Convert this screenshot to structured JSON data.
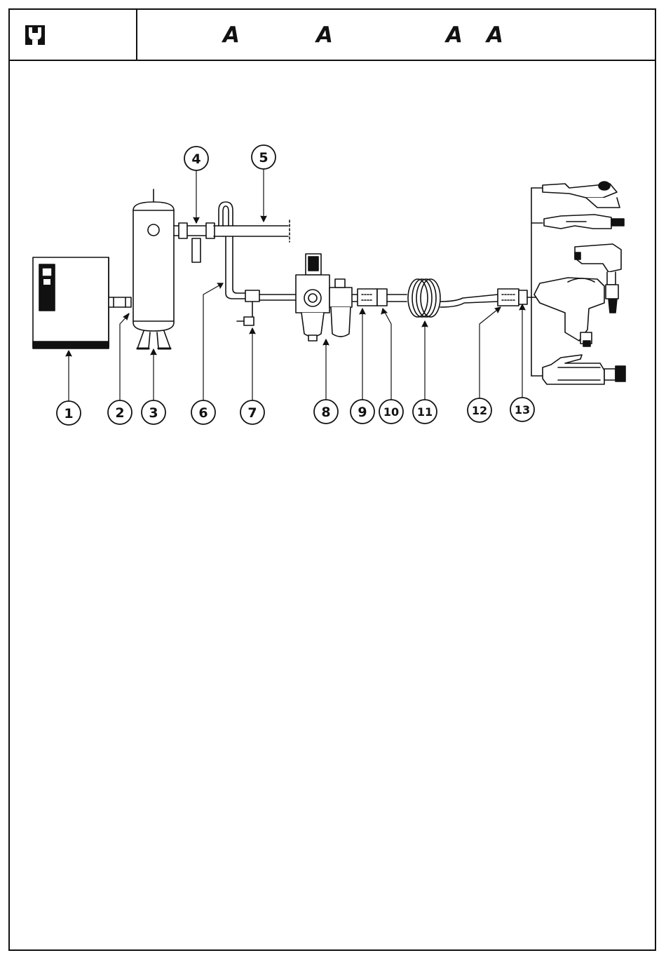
{
  "header": {
    "logo_icon": "wrench-icon",
    "title_letters": [
      "A",
      "A",
      "A",
      "A"
    ]
  },
  "diagram": {
    "callouts": [
      "1",
      "2",
      "3",
      "4",
      "5",
      "6",
      "7",
      "8",
      "9",
      "10",
      "11",
      "12",
      "13"
    ]
  }
}
